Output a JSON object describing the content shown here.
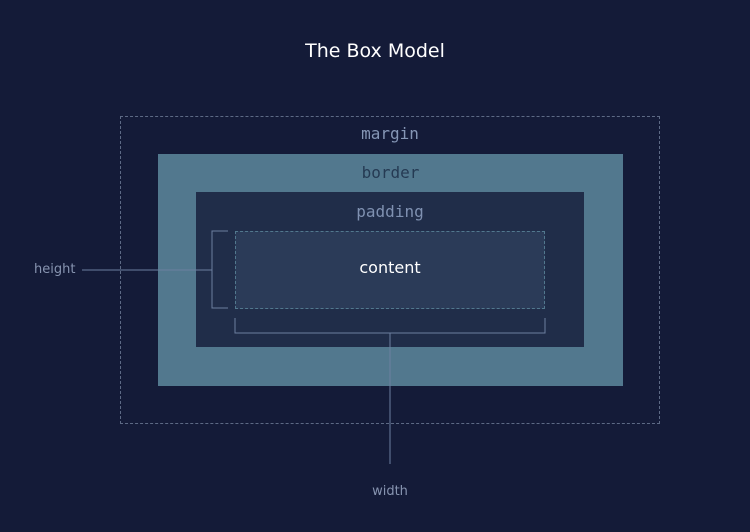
{
  "title": "The Box Model",
  "boxes": {
    "margin": "margin",
    "border": "border",
    "padding": "padding",
    "content": "content"
  },
  "dimensions": {
    "height": "height",
    "width": "width"
  },
  "colors": {
    "background": "#141b38",
    "border_fill": "#52788e",
    "padding_fill": "#202d49",
    "content_fill": "#2b3b58",
    "guide_line": "#6c7fa0"
  }
}
